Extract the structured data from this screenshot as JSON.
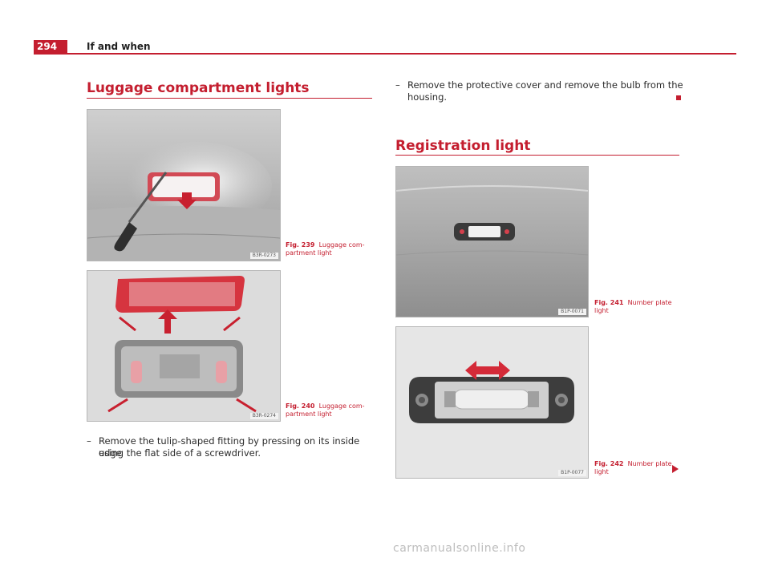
{
  "header": {
    "page_number": "294",
    "chapter": "If and when"
  },
  "left": {
    "section_title": "Luggage compartment lights",
    "figures": [
      {
        "code": "B3R-0273",
        "caption_num": "Fig. 239",
        "caption_text_1": "Luggage com-",
        "caption_text_2": "partment light"
      },
      {
        "code": "B3R-0274",
        "caption_num": "Fig. 240",
        "caption_text_1": "Luggage com-",
        "caption_text_2": "partment light"
      }
    ],
    "step": {
      "dash": "–",
      "line1": "Remove the tulip-shaped fitting by pressing on its inside edge",
      "line2": "using the flat side of a screwdriver."
    }
  },
  "right": {
    "step": {
      "dash": "–",
      "line1": "Remove the protective cover and remove the bulb from the",
      "line2": "housing."
    },
    "section_title": "Registration light",
    "figures": [
      {
        "code": "B1P-0071",
        "caption_num": "Fig. 241",
        "caption_text_1": "Number plate",
        "caption_text_2": "light"
      },
      {
        "code": "B1P-0077",
        "caption_num": "Fig. 242",
        "caption_text_1": "Number plate",
        "caption_text_2": "light"
      }
    ]
  },
  "footer": {
    "watermark": "carmanualsonline.info"
  },
  "colors": {
    "accent": "#c41e2f"
  }
}
